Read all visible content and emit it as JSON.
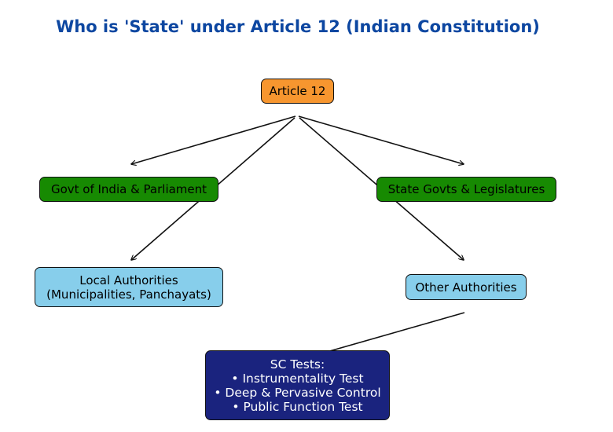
{
  "title": "Who is 'State' under Article 12 (Indian Constitution)",
  "nodes": {
    "root": "Article 12",
    "govt_india": "Govt of India & Parliament",
    "state_govts": "State Govts & Legislatures",
    "local_authorities": [
      "Local Authorities",
      "(Municipalities, Panchayats)"
    ],
    "other_authorities": "Other Authorities",
    "sc_tests": [
      "SC Tests:",
      "• Instrumentality Test",
      "• Deep & Pervasive Control",
      "• Public Function Test"
    ]
  },
  "colors": {
    "title": "#0d47a1",
    "root_fill": "#f7962f",
    "government_fill": "#178a02",
    "authority_fill": "#87ceeb",
    "tests_fill": "#1a237e",
    "tests_text": "#ffffff",
    "border": "#111111",
    "arrow": "#111111"
  }
}
